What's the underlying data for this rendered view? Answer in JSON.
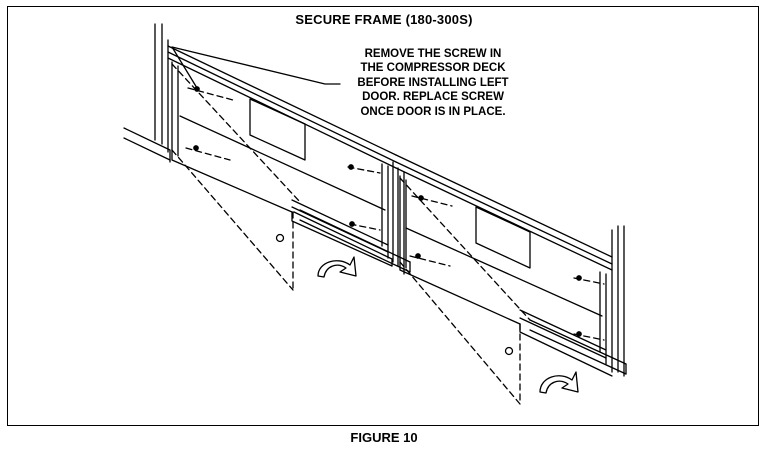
{
  "title": "SECURE FRAME (180-300S)",
  "note": {
    "lines": [
      "REMOVE THE SCREW IN",
      "THE COMPRESSOR DECK",
      "BEFORE INSTALLING LEFT",
      "DOOR. REPLACE SCREW",
      "ONCE DOOR IS IN PLACE."
    ]
  },
  "caption": "FIGURE 10",
  "colors": {
    "line": "#000000",
    "background": "#ffffff"
  }
}
